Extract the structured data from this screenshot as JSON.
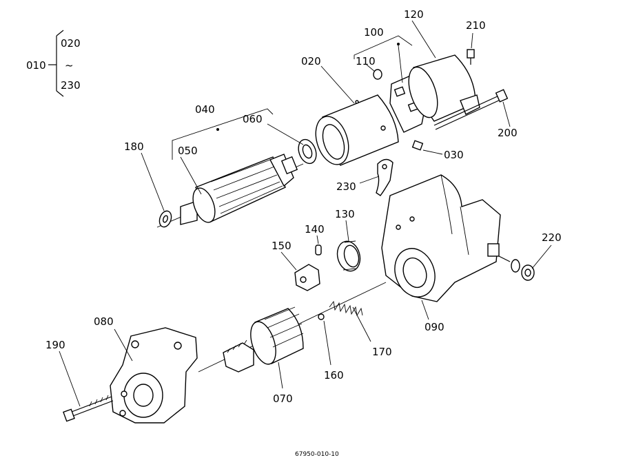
{
  "diagram": {
    "group_bracket": {
      "main": "010",
      "top": "020",
      "tilde": "~",
      "bottom": "230"
    },
    "labels": {
      "p020": "020",
      "p030": "030",
      "p040": "040",
      "p050": "050",
      "p060": "060",
      "p070": "070",
      "p080": "080",
      "p090": "090",
      "p100": "100",
      "p110": "110",
      "p120": "120",
      "p130": "130",
      "p140": "140",
      "p150": "150",
      "p160": "160",
      "p170": "170",
      "p180": "180",
      "p190": "190",
      "p200": "200",
      "p210": "210",
      "p220": "220",
      "p230": "230"
    },
    "figure_code": "67950-010-10"
  }
}
